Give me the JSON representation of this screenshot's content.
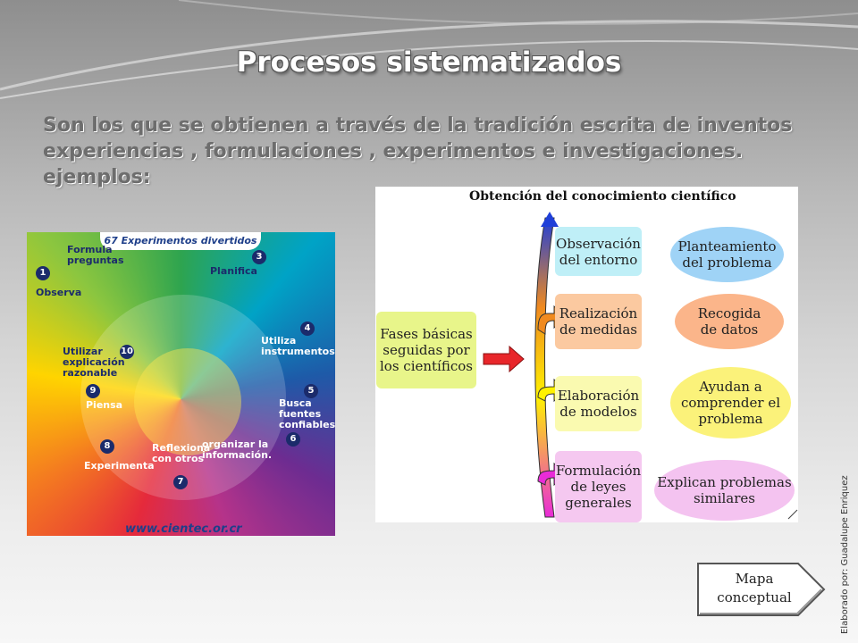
{
  "slide": {
    "title": "Procesos sistematizados",
    "intro_lines": [
      "Son los que  se obtienen a través de la tradición escrita  de inventos",
      "experiencias , formulaciones , experimentos  e investigaciones.",
      "ejemplos:"
    ],
    "credit": "Elaborado por: Guadalupe Enriquez"
  },
  "poster": {
    "banner": "67 Experimentos divertidos",
    "tags": [
      {
        "num": "",
        "text": "Formula preguntas"
      },
      {
        "num": "1",
        "text": "Observa"
      },
      {
        "num": "3",
        "text": "Planifica"
      },
      {
        "num": "10",
        "text": "Utilizar explicación razonable"
      },
      {
        "num": "4",
        "text": "Utiliza instrumentos"
      },
      {
        "num": "9",
        "text": "Piensa"
      },
      {
        "num": "5",
        "text": "Busca fuentes confiables"
      },
      {
        "num": "8",
        "text": "Experimenta"
      },
      {
        "num": "6",
        "text": "organizar la información."
      },
      {
        "num": "7",
        "text": "Reflexiona con otros"
      }
    ],
    "url": "www.cientec.or.cr"
  },
  "diagram": {
    "title": "Obtención del conocimiento científico",
    "phases_box": "Fases básicas\nseguidas por\nlos científicos",
    "steps": [
      "Observación\ndel entorno",
      "Realización\nde medidas",
      "Elaboración\nde modelos",
      "Formulación\nde leyes\ngenerales"
    ],
    "purposes": [
      "Planteamiento\ndel problema",
      "Recogida\nde datos",
      "Ayudan a\ncomprender el\nproblema",
      "Explican problemas\nsimilares"
    ],
    "colors": {
      "phases_bg": "#e8f58a",
      "step_bg": [
        "#bfeff7",
        "#fbc9a0",
        "#fafab0",
        "#f5c8f0"
      ],
      "oval_bg": [
        "#9fd3f6",
        "#fbb58a",
        "#fbf27a",
        "#f4c3f0"
      ],
      "arrow_red": "#e8262a"
    }
  },
  "nav_button": {
    "label_line1": "Mapa",
    "label_line2": "conceptual"
  }
}
